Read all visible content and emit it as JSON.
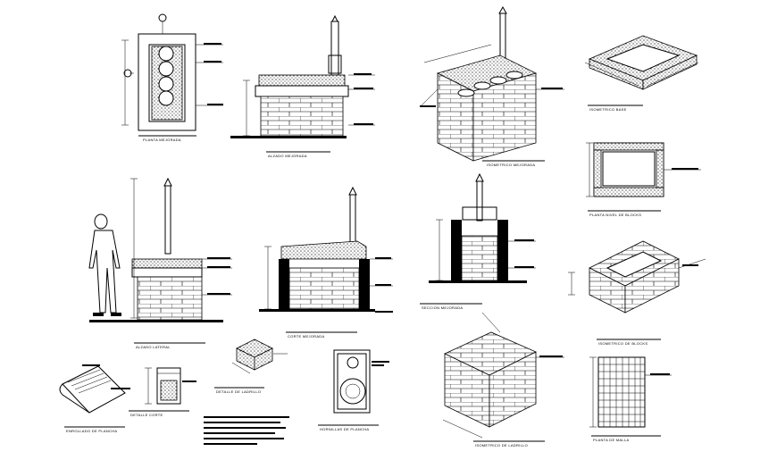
{
  "drawing": {
    "views": [
      {
        "id": "plan-top",
        "caption": "PLANTA MEJORADA"
      },
      {
        "id": "elev-1",
        "caption": "ALZADO MEJORADA"
      },
      {
        "id": "iso-1",
        "caption": "ISOMETRICO MEJORADA"
      },
      {
        "id": "iso-base",
        "caption": "ISOMETRICO BASE"
      },
      {
        "id": "plan-base",
        "caption": "PLANTA NIVEL DE BLOCKS"
      },
      {
        "id": "elev-person",
        "caption": "ALZADO LATERAL"
      },
      {
        "id": "section-1",
        "caption": "CORTE MEJORADA"
      },
      {
        "id": "section-2",
        "caption": "SECCION MEJORADA"
      },
      {
        "id": "iso-blocks",
        "caption": "ISOMETRICO DE BLOCKS"
      },
      {
        "id": "ceramic",
        "caption": "ENROLLADO DE PLANCHA"
      },
      {
        "id": "detail-cube",
        "caption": "DETALLE DE LADRILLO"
      },
      {
        "id": "detail-vent",
        "caption": "DETALLE CORTE"
      },
      {
        "id": "burner-plan",
        "caption": "HORNILLAS DE PLANCHA"
      },
      {
        "id": "iso-final",
        "caption": "ISOMETRICO DE LADRILLO"
      },
      {
        "id": "grid-plan",
        "caption": "PLANTA DE MALLA"
      }
    ]
  }
}
